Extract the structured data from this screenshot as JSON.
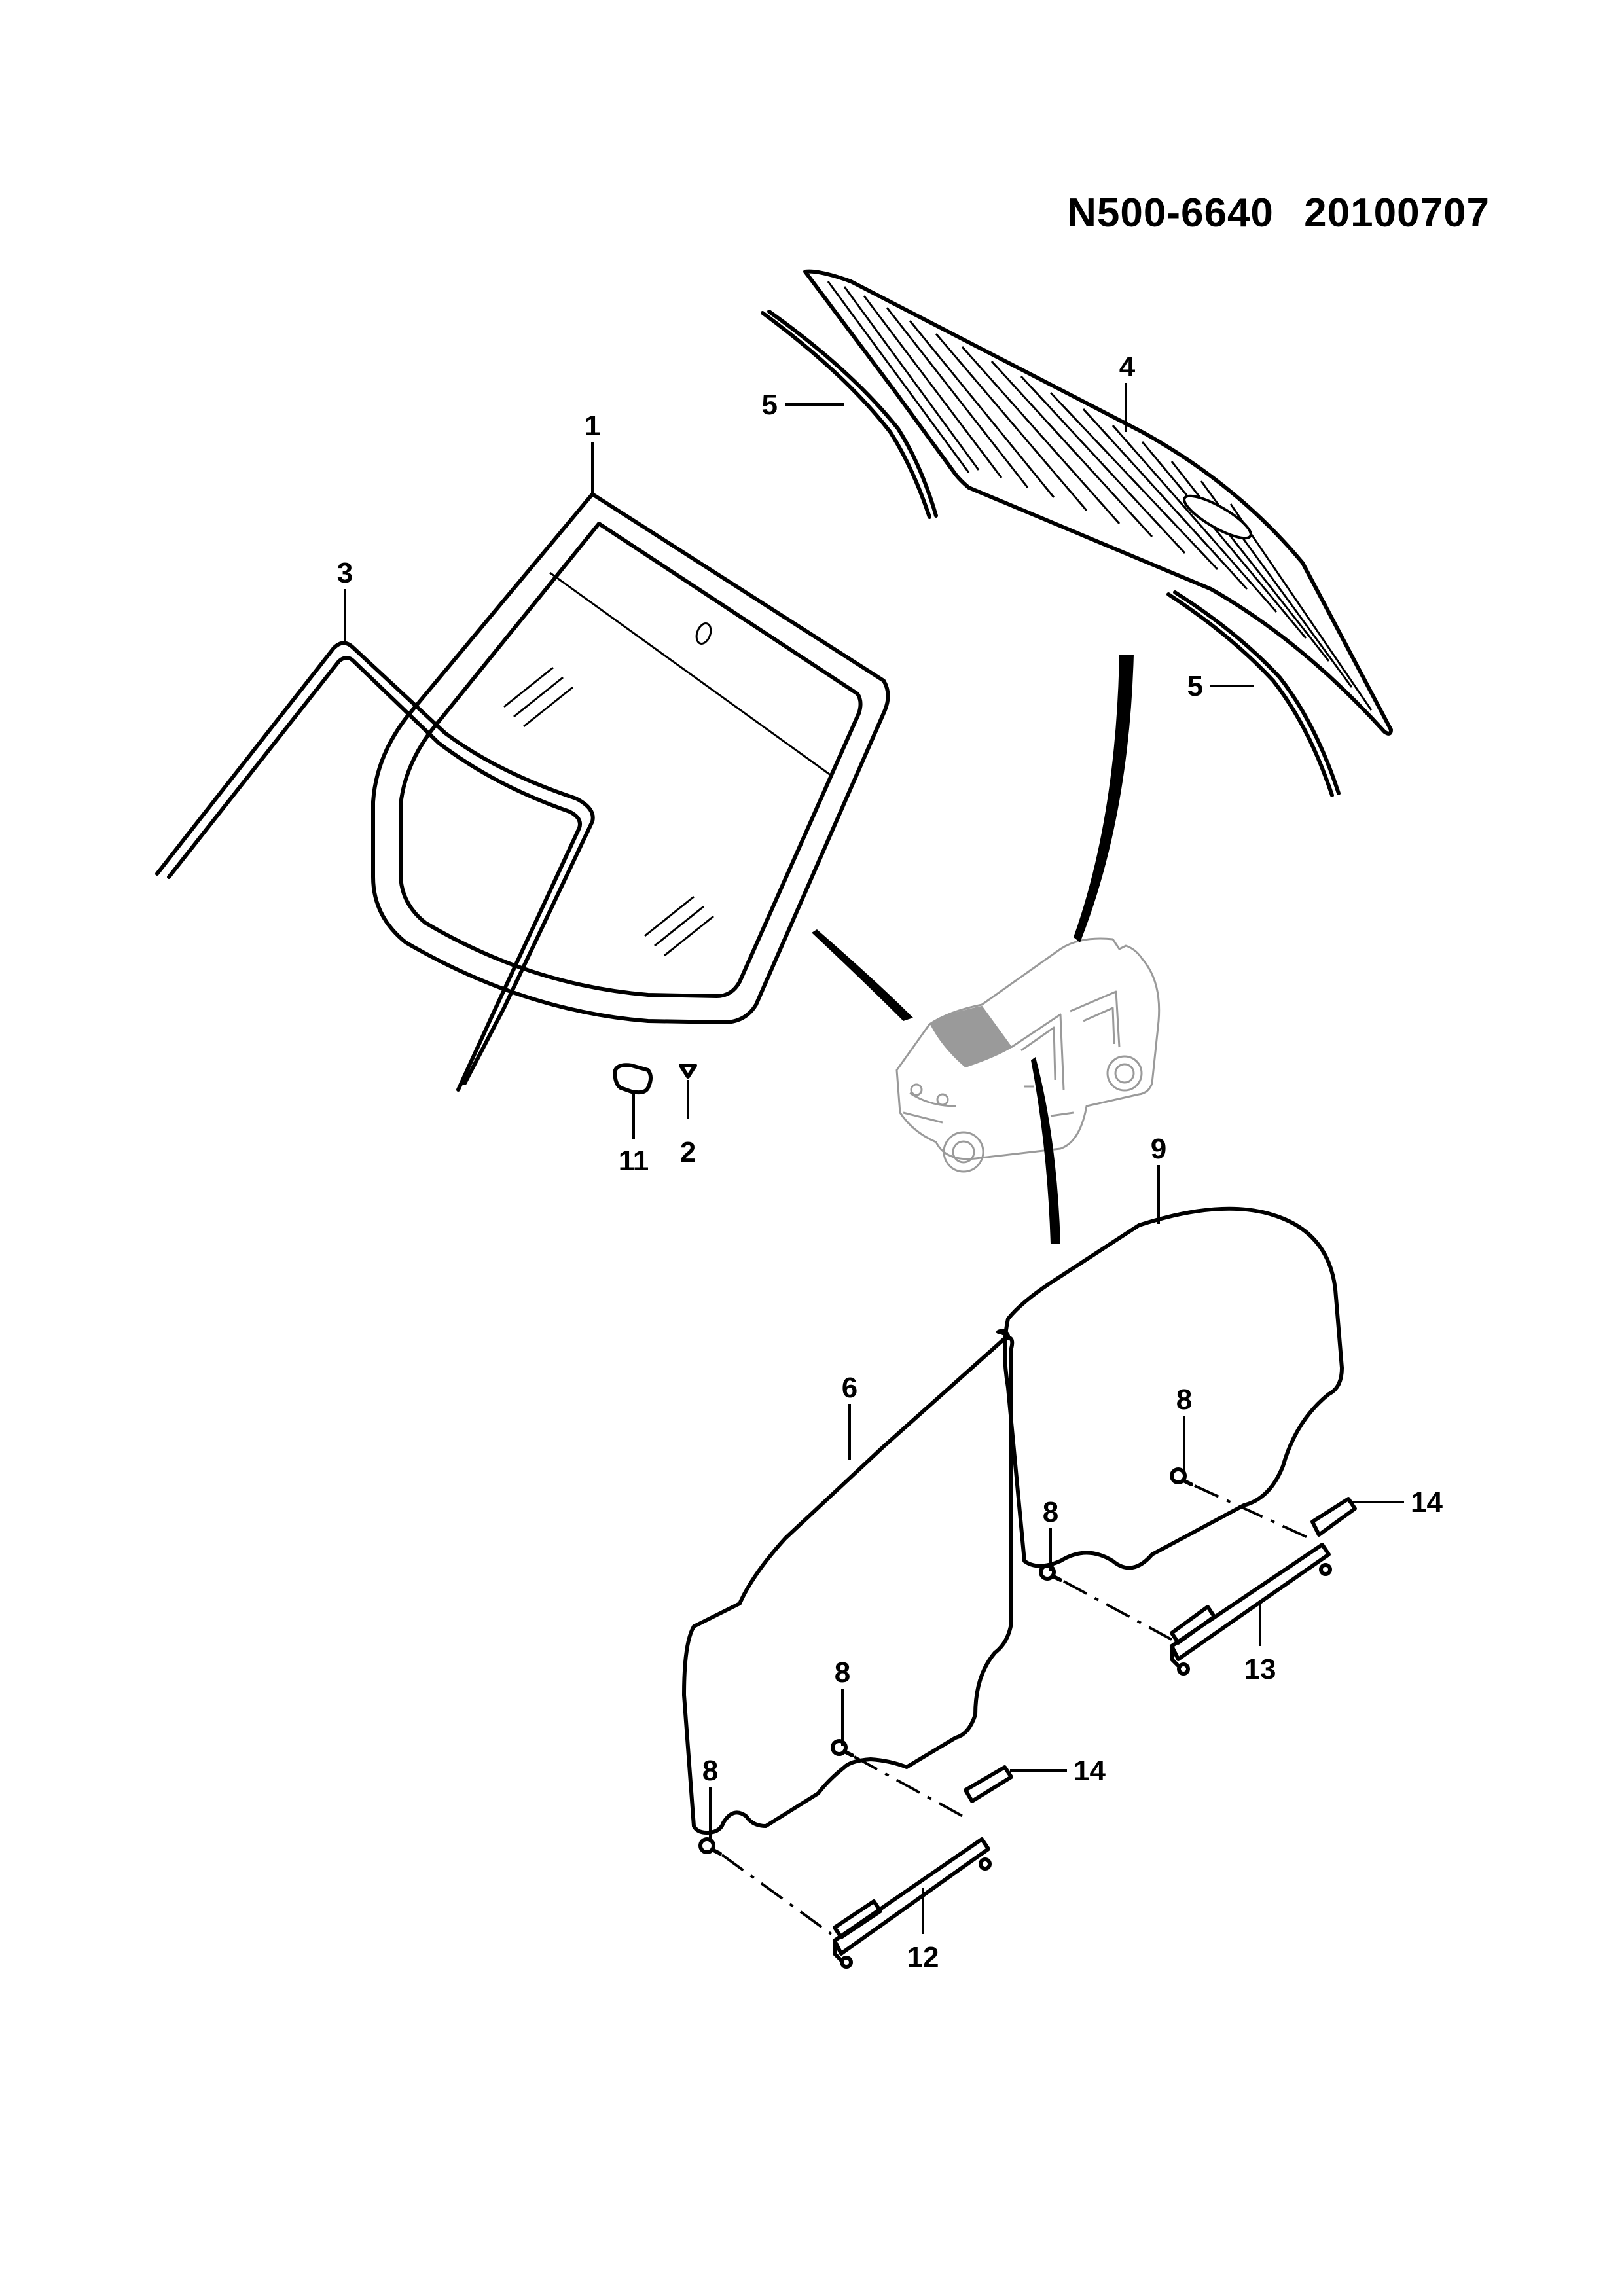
{
  "header": {
    "code": "N500-6640",
    "date": "20100707"
  },
  "callouts": {
    "c1": "1",
    "c2": "2",
    "c3": "3",
    "c4": "4",
    "c5a": "5",
    "c5b": "5",
    "c6": "6",
    "c8a": "8",
    "c8b": "8",
    "c8c": "8",
    "c8d": "8",
    "c9": "9",
    "c11": "11",
    "c12": "12",
    "c13": "13",
    "c14a": "14",
    "c14b": "14"
  }
}
